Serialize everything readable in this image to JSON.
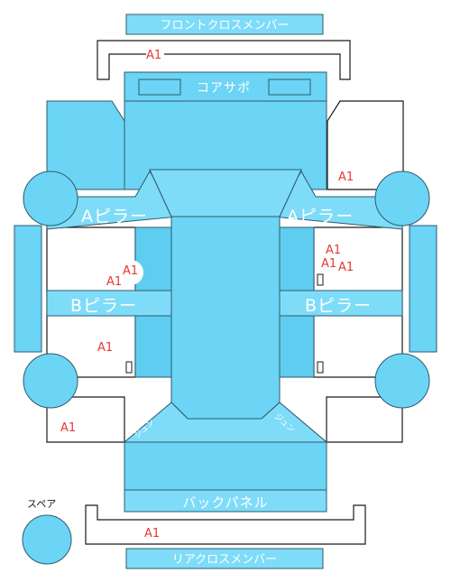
{
  "parts": {
    "front_cross_member": "フロントクロスメンバー",
    "core_support": "コアサポ",
    "a_pillar_left": "Aピラー",
    "a_pillar_right": "Aピラー",
    "b_pillar_left": "Bピラー",
    "b_pillar_right": "Bピラー",
    "back_panel": "バックパネル",
    "rear_cross_member": "リアクロスメンバー",
    "spare": "スペア",
    "junction_left": "ジュン",
    "junction_right": "ジュン"
  },
  "damage_marks": {
    "front_cross": "A1",
    "front_right": "A1",
    "pillar_left_1": "A1",
    "pillar_left_2": "A1",
    "pillar_right_1": "A1",
    "pillar_right_2": "A1",
    "pillar_right_3": "A1",
    "left_lower": "A1",
    "rear_left": "A1",
    "rear_cross": "A1"
  },
  "colors": {
    "part_fill": "#6cd4f5",
    "mark_color": "#e53935"
  }
}
